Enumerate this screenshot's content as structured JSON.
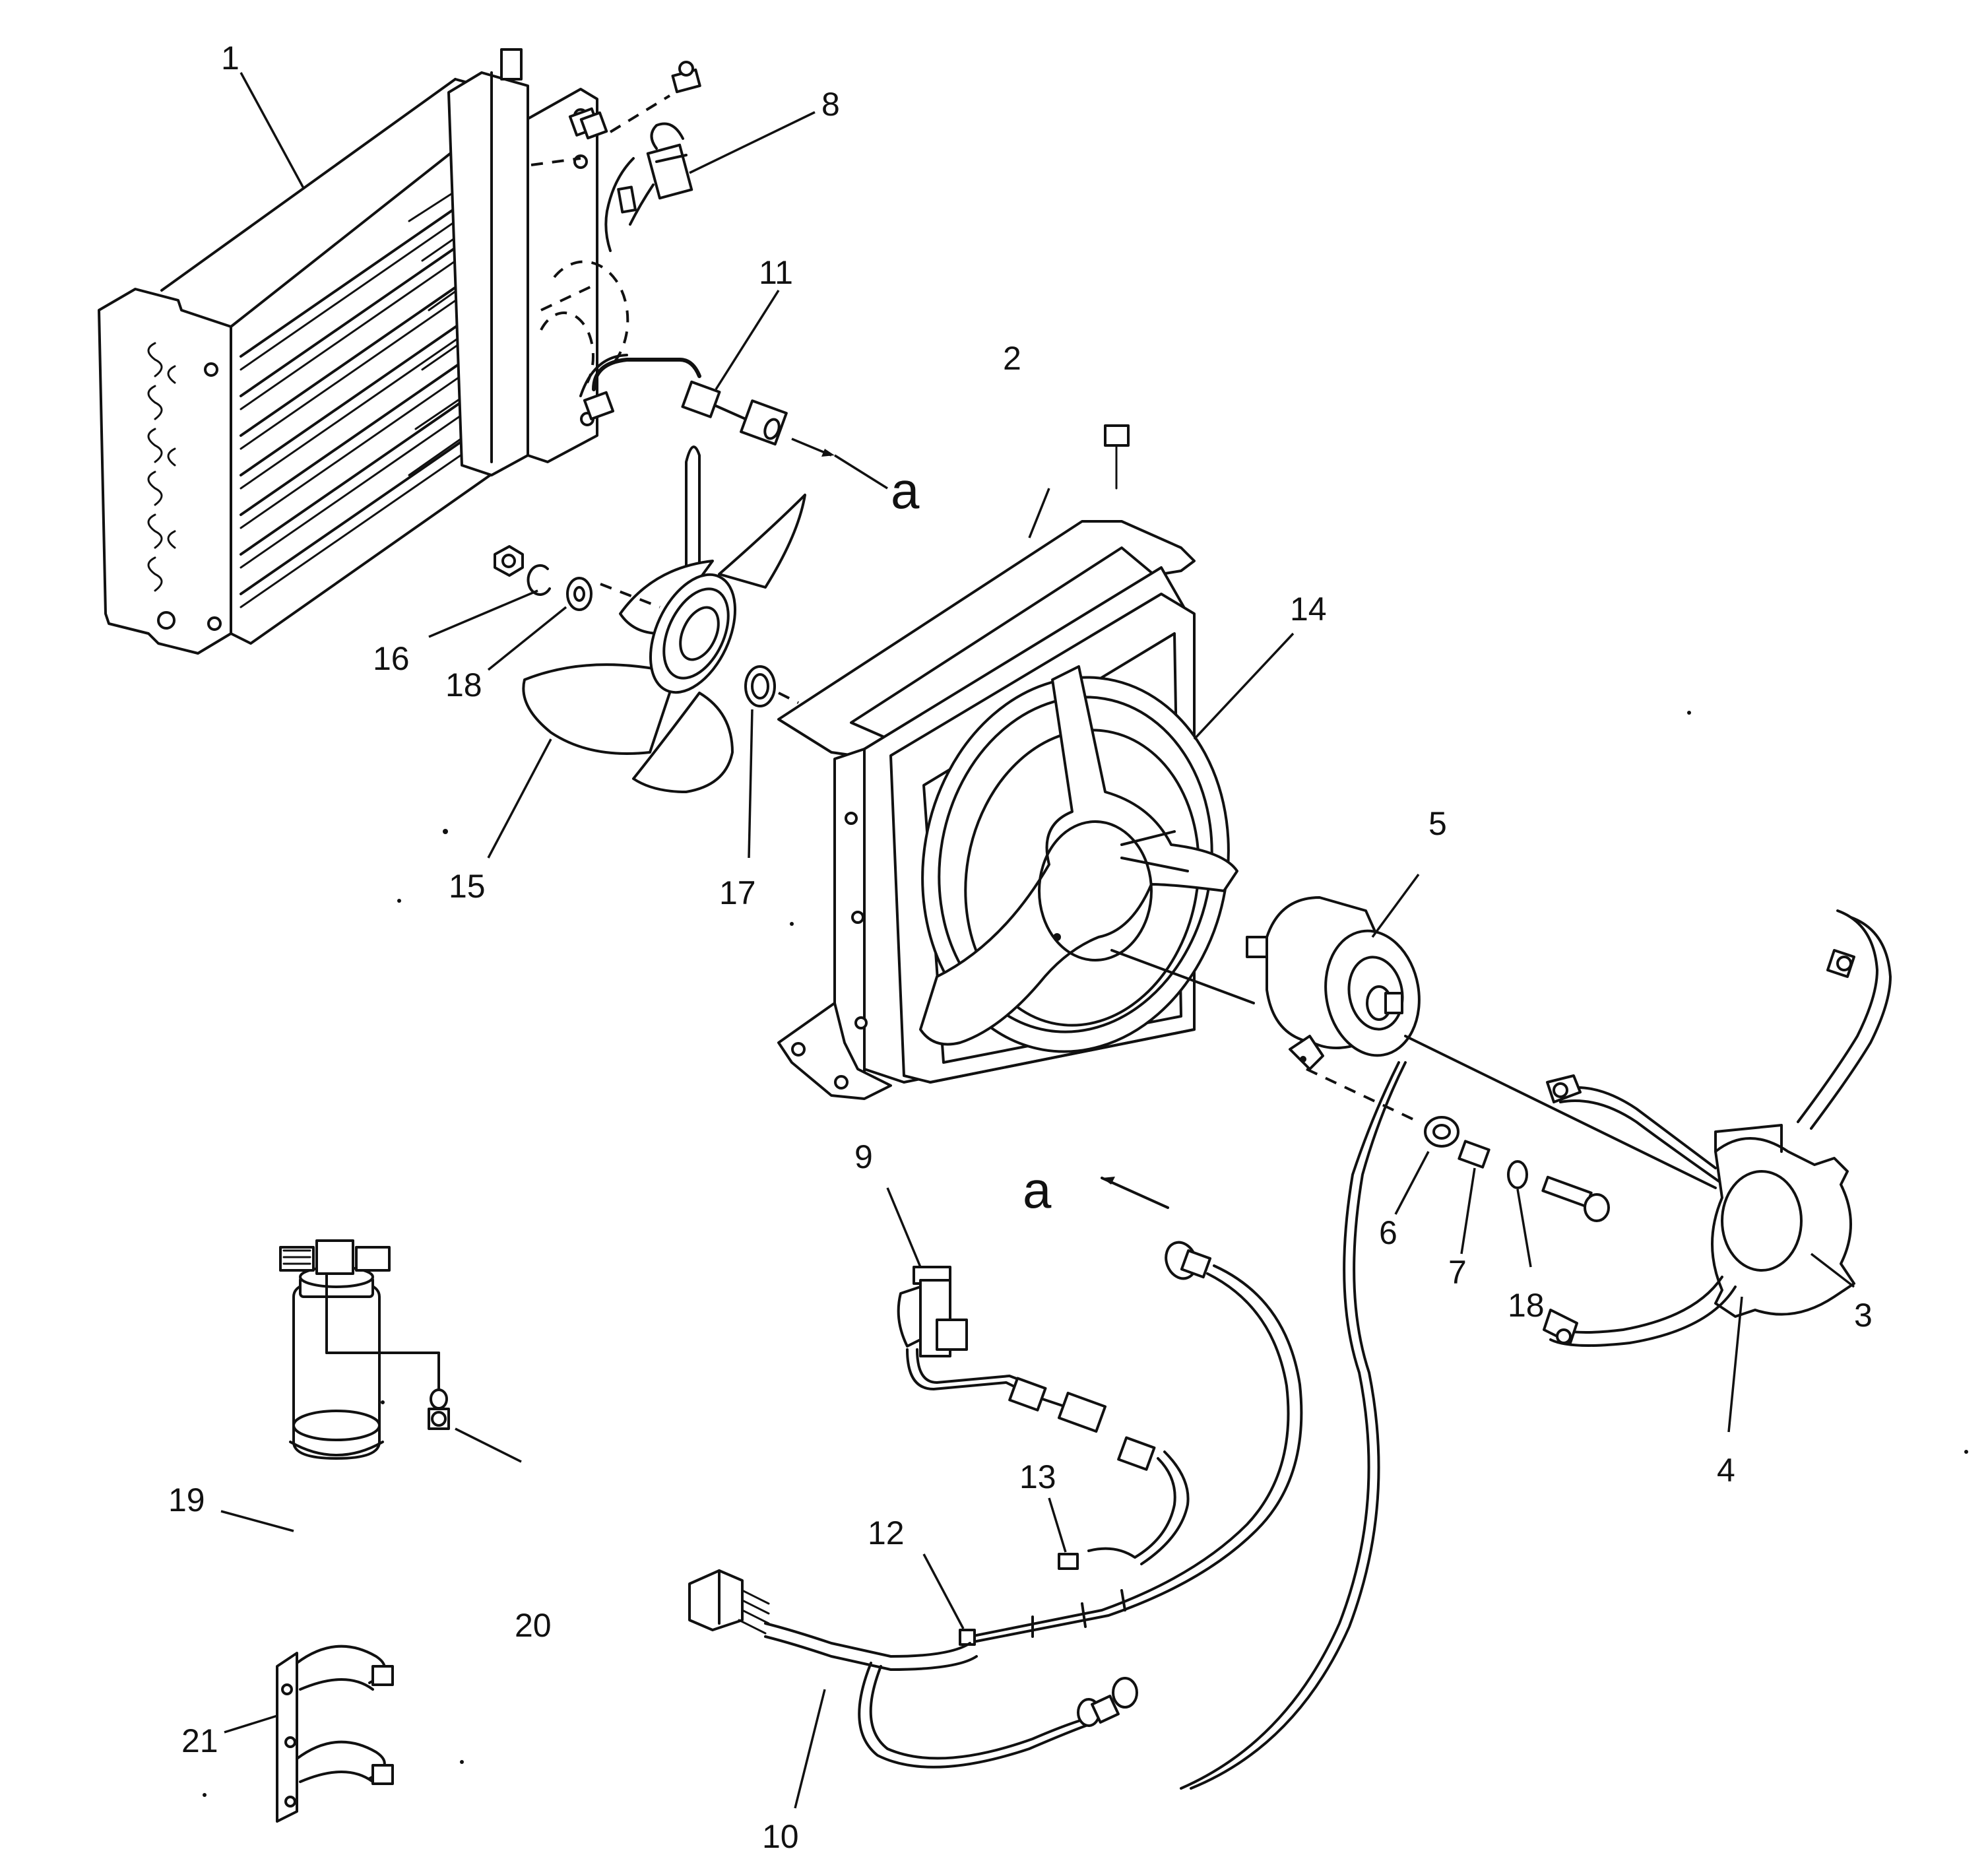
{
  "callouts": {
    "c1": "1",
    "c2": "2",
    "c3": "3",
    "c4": "4",
    "c5": "5",
    "c6": "6",
    "c7": "7",
    "c8": "8",
    "c9": "9",
    "c10": "10",
    "c11": "11",
    "c12": "12",
    "c13": "13",
    "c14": "14",
    "c15": "15",
    "c16": "16",
    "c17": "17",
    "c18a": "18",
    "c18b": "18",
    "c19": "19",
    "c20": "20",
    "c21": "21"
  },
  "connection_refs": {
    "a_top": "a",
    "a_bottom": "a"
  }
}
